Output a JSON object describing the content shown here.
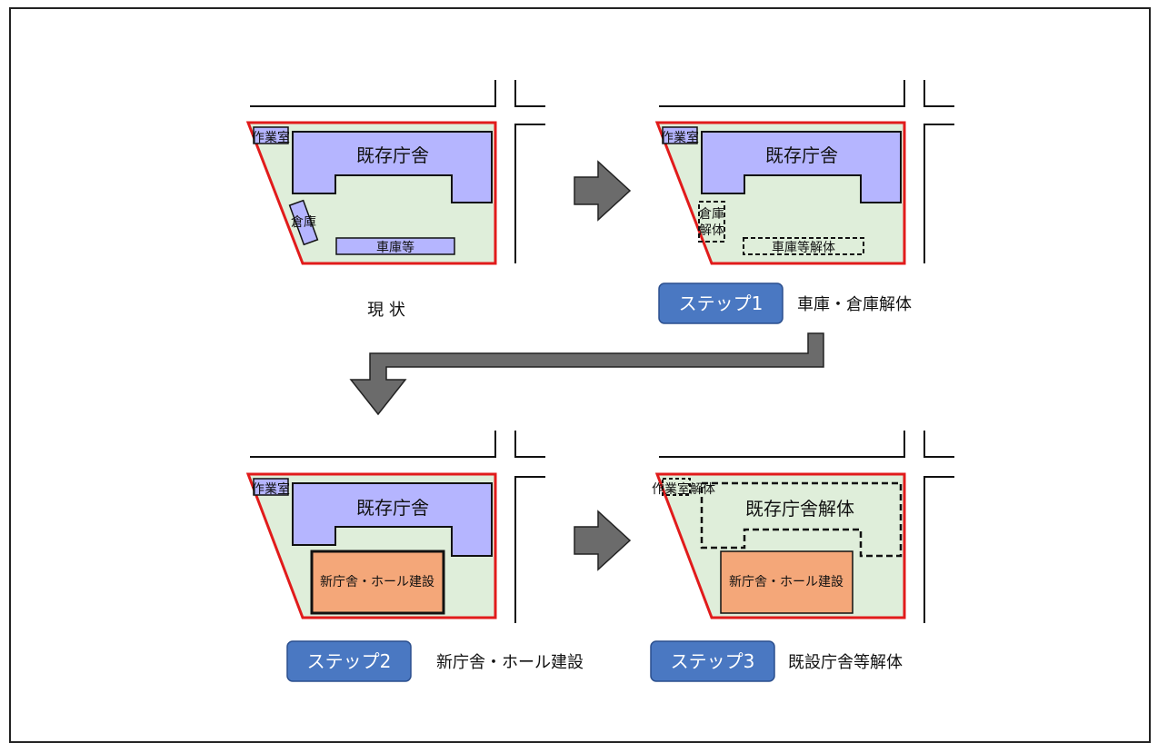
{
  "colors": {
    "site_fill": "#dfeeda",
    "site_border": "#e11b1b",
    "building_fill": "#b5b5ff",
    "new_building_fill": "#f4a779",
    "badge_fill": "#4a78c2",
    "arrow_fill": "#6b6b6b"
  },
  "panel1": {
    "main_building": "既存庁舎",
    "workshop": "作業室",
    "warehouse": "倉庫",
    "garage": "車庫等",
    "caption": "現 状"
  },
  "panel2": {
    "main_building": "既存庁舎",
    "workshop": "作業室",
    "warehouse_demolition_1": "倉庫",
    "warehouse_demolition_2": "解体",
    "garage_demolition": "車庫等解体",
    "step_badge": "ステップ1",
    "step_caption": "車庫・倉庫解体"
  },
  "panel3": {
    "main_building": "既存庁舎",
    "workshop": "作業室",
    "new_building": "新庁舎・ホール建設",
    "step_badge": "ステップ2",
    "step_caption": "新庁舎・ホール建設"
  },
  "panel4": {
    "main_building_demolition": "既存庁舎解体",
    "workshop_demolition": "作業室解体",
    "new_building": "新庁舎・ホール建設",
    "step_badge": "ステップ3",
    "step_caption": "既設庁舎等解体"
  }
}
